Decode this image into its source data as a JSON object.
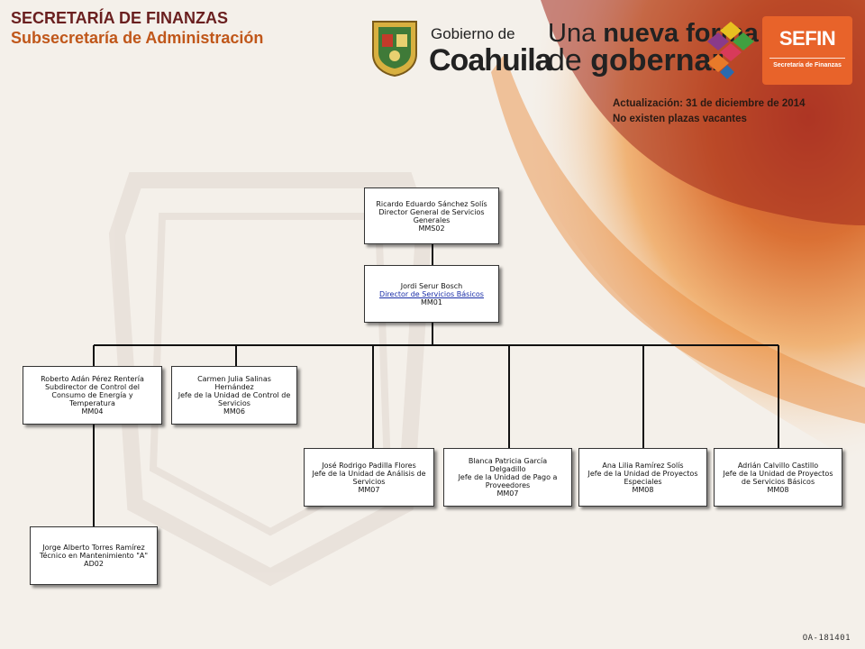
{
  "header": {
    "title": "SECRETARÍA DE FINANZAS",
    "subtitle": "Subsecretaría de Administración",
    "update_line": "Actualización: 31  de diciembre de 2014",
    "vacancy_line": "No existen plazas vacantes"
  },
  "logos": {
    "gobierno_small": "Gobierno de",
    "gobierno_big": "Coahuila",
    "slogan_prefix": "Una ",
    "slogan_bold1": "nueva forma",
    "slogan_line2_prefix": "de ",
    "slogan_bold2": "gobernar",
    "sefin_big": "SEFIN",
    "sefin_small": "Secretaría de Finanzas"
  },
  "colors": {
    "title": "#6a1f1f",
    "subtitle": "#c0571a",
    "link": "#1a2ea8",
    "sefin_orange": "#e8632a"
  },
  "org": {
    "director_general": {
      "name": "Ricardo Eduardo Sánchez Solís",
      "title": "Director General de Servicios Generales",
      "code": "MMS02"
    },
    "director_servicios": {
      "name": "Jordi Serur Bosch",
      "title": "Director de Servicios Básicos",
      "code": "MM01"
    },
    "subdirector": {
      "name": "Roberto Adán Pérez Rentería",
      "title": "Subdirector de Control del Consumo de Energía y Temperatura",
      "code": "MM04"
    },
    "jefe_control": {
      "name": "Carmen Julia Salinas Hernández",
      "title": "Jefe de la Unidad de Control de Servicios",
      "code": "MM06"
    },
    "tecnico": {
      "name": "Jorge Alberto Torres Ramírez",
      "title": "Técnico en Mantenimiento \"A\"",
      "code": "AD02"
    },
    "jefe_analisis": {
      "name": "José Rodrigo Padilla Flores",
      "title": "Jefe de la Unidad de Análisis de Servicios",
      "code": "MM07"
    },
    "jefe_pago": {
      "name": "Blanca Patricia García Delgadillo",
      "title": "Jefe de la Unidad de Pago a Proveedores",
      "code": "MM07"
    },
    "jefe_proy_esp": {
      "name": "Ana Lilia Ramírez Solís",
      "title": "Jefe de la Unidad de Proyectos Especiales",
      "code": "MM08"
    },
    "jefe_proy_bas": {
      "name": "Adrián Calvillo Castillo",
      "title": "Jefe de la Unidad de Proyectos de Servicios Básicos",
      "code": "MM08"
    }
  },
  "footer": {
    "doc_id": "OA-181401"
  }
}
